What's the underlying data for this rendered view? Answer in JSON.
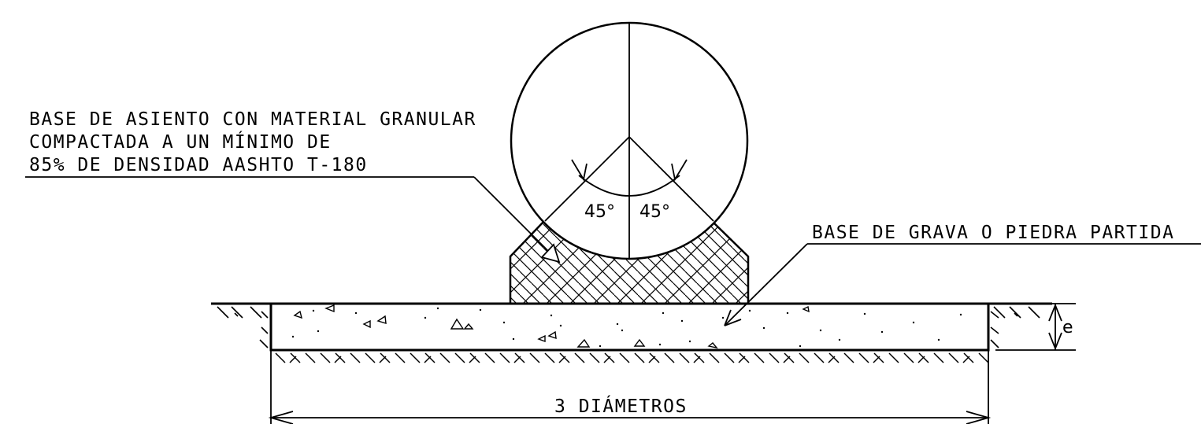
{
  "labels": {
    "bedding_line1": "BASE DE ASIENTO CON MATERIAL GRANULAR",
    "bedding_line2": "COMPACTADA A UN MÍNIMO DE",
    "bedding_line3": "85% DE DENSIDAD AASHTO T-180",
    "gravel_base": "BASE DE GRAVA O PIEDRA PARTIDA",
    "angle_left": "45°",
    "angle_right": "45°",
    "thickness": "e",
    "width_dimension": "3 DIÁMETROS"
  },
  "colors": {
    "line": "#000000",
    "background": "#ffffff"
  }
}
